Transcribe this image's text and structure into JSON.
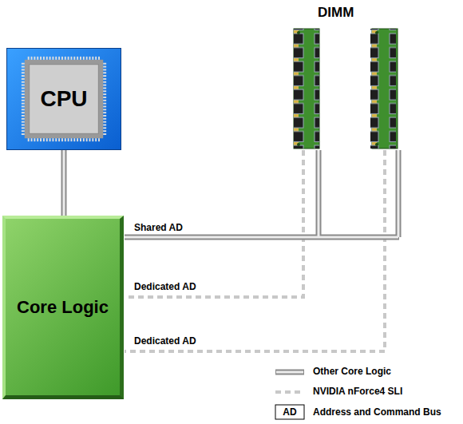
{
  "diagram": {
    "nodes": [
      {
        "text": [
          "CPU"
        ]
      },
      {
        "text": [
          "Core Logic"
        ]
      }
    ],
    "edges": [
      {
        "from": 0,
        "to": 1,
        "arrow": "none"
      }
    ],
    "labels": [
      "DIMM",
      "Shared AD",
      "Dedicated AD",
      "Dedicated AD",
      "AD"
    ],
    "legend": [
      {
        "text": "Other Core Logic"
      },
      {
        "text": "NVIDIA nForce4 SLI"
      },
      {
        "text": "Address and Command Bus"
      }
    ]
  }
}
